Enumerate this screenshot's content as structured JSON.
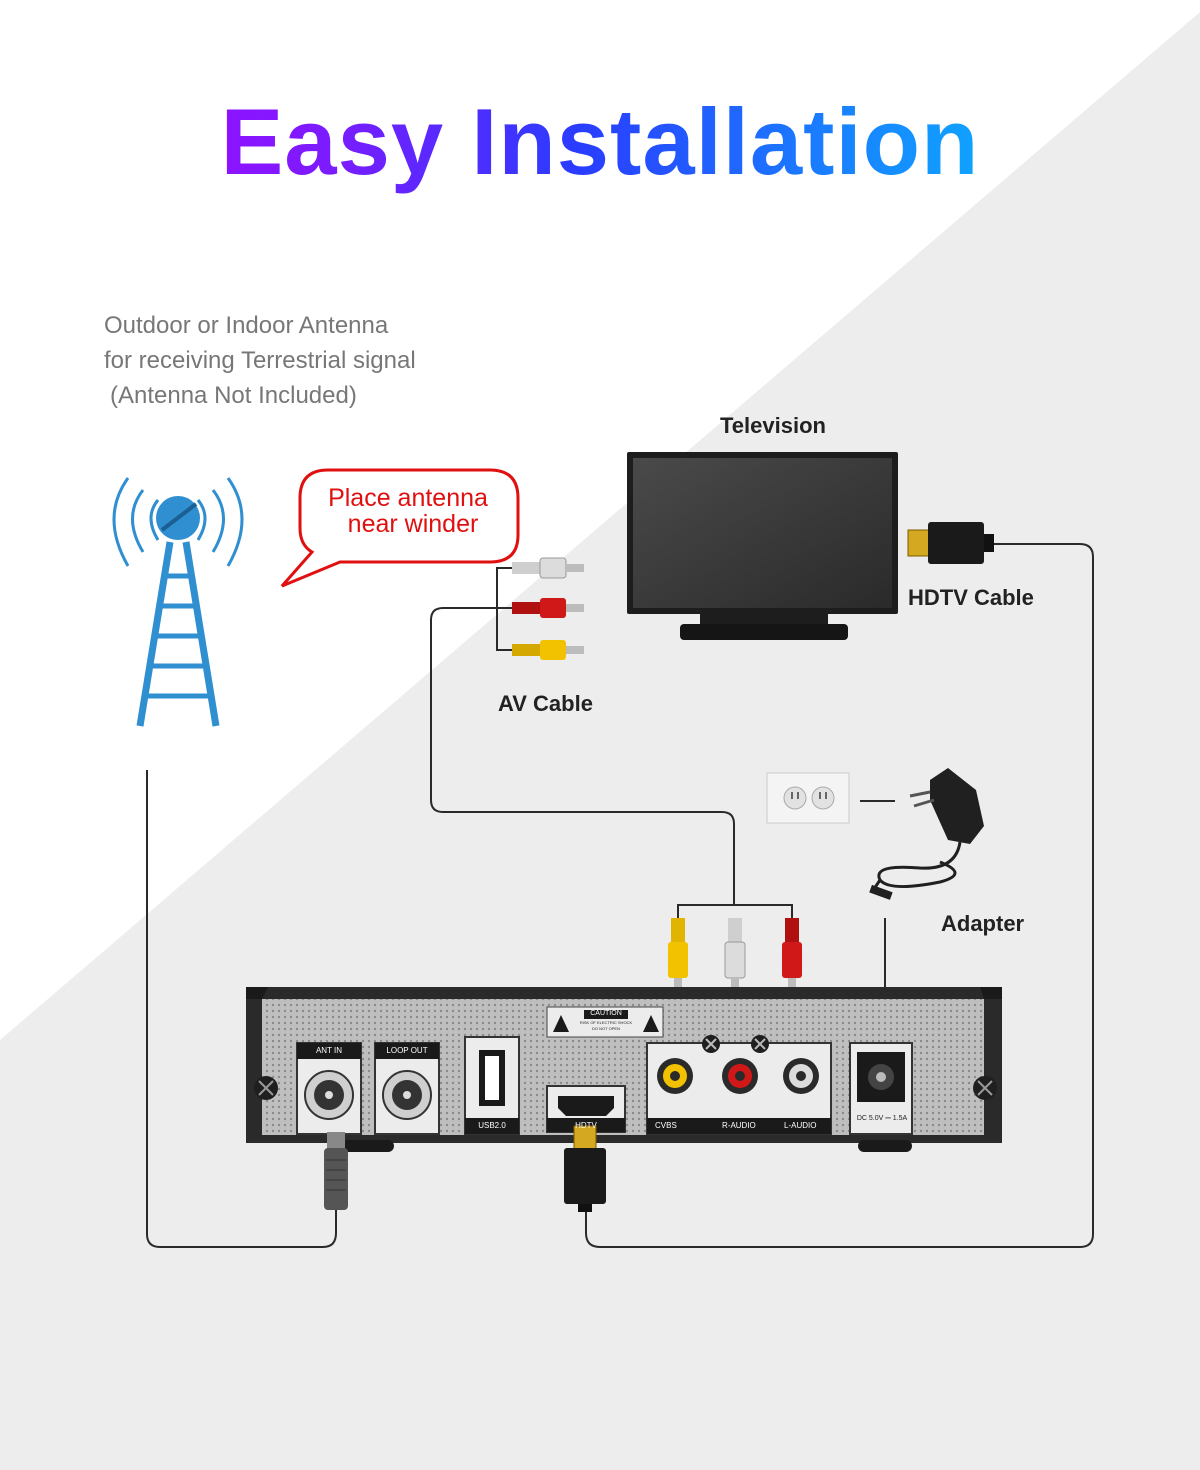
{
  "title": "Easy Installation",
  "antenna_note": {
    "line1": "Outdoor or Indoor Antenna",
    "line2": "for receiving Terrestrial signal",
    "line3": "(Antenna Not Included)"
  },
  "bubble": {
    "line1": "Place antenna",
    "line2": "near winder"
  },
  "labels": {
    "television": "Television",
    "hdtv_cable": "HDTV Cable",
    "av_cable": "AV Cable",
    "adapter": "Adapter"
  },
  "panel": {
    "ant_in": "ANT IN",
    "loop_out": "LOOP OUT",
    "usb": "USB2.0",
    "hdtv": "HDTV",
    "cvbs": "CVBS",
    "r_audio": "R-AUDIO",
    "l_audio": "L-AUDIO",
    "caution": "CAUTION",
    "caution_sub1": "RISK OF ELECTRIC SHOCK",
    "caution_sub2": "DO NOT OPEN",
    "dc": "DC 5.0V ⎓ 1.5A"
  },
  "colors": {
    "antenna": "#2f8fd0",
    "bubble": "#e01010",
    "plug_yellow": "#f2c200",
    "plug_red": "#d01818",
    "plug_white": "#dcdcdc"
  }
}
